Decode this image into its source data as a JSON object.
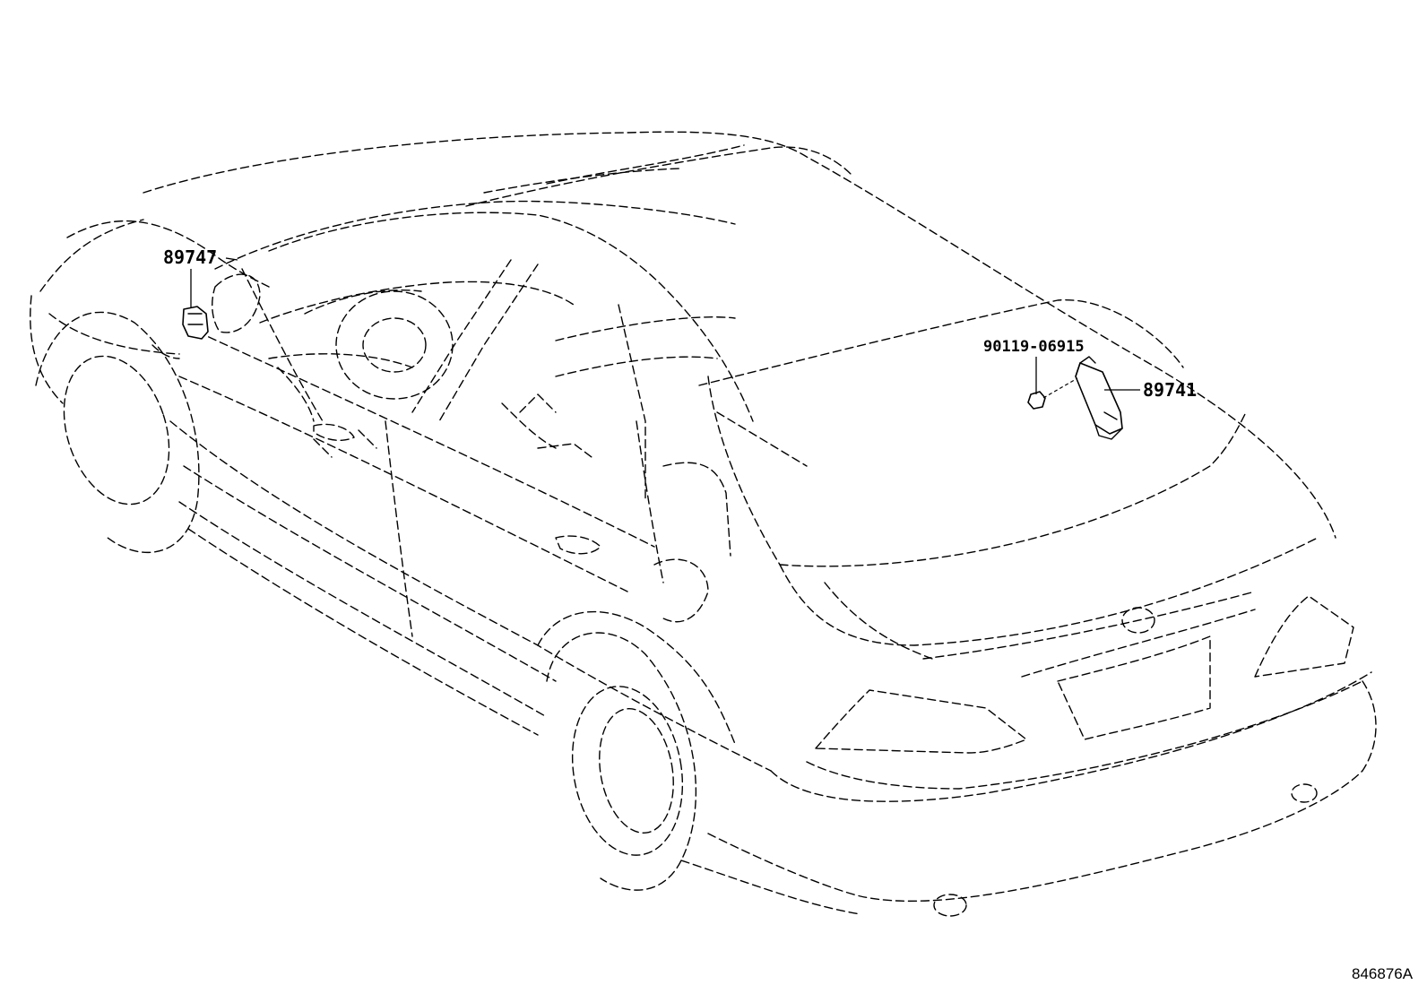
{
  "callouts": {
    "sensor_front": "89747",
    "bolt": "90119-06915",
    "computer_module": "89741"
  },
  "drawing_ref": "846876A"
}
